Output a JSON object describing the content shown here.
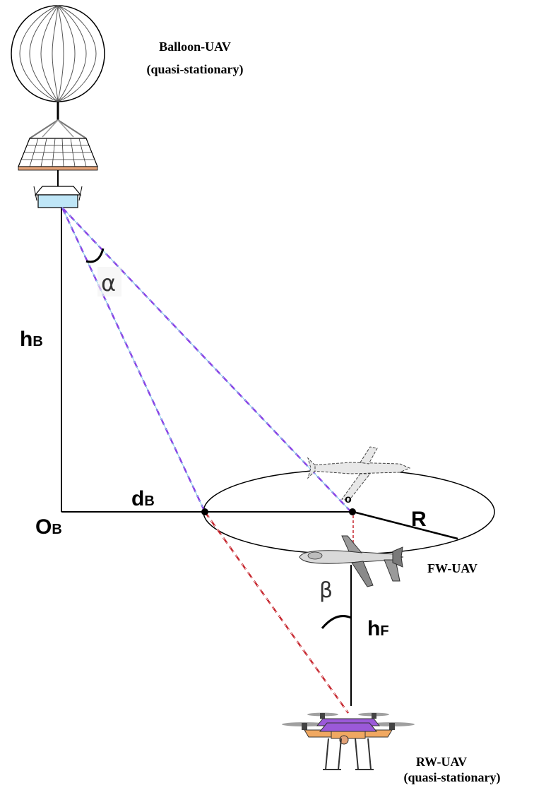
{
  "balloon": {
    "label_line1": "Balloon-UAV",
    "label_line2": "(quasi-stationary)"
  },
  "fixed_wing": {
    "label": "FW-UAV"
  },
  "rotary_wing": {
    "label_line1": "RW-UAV",
    "label_line2": "(quasi-stationary)"
  },
  "symbols": {
    "hB_main": "h",
    "hB_sub": "B",
    "dB_main": "d",
    "dB_sub": "B",
    "OB_main": "O",
    "OB_sub": "B",
    "hF_main": "h",
    "hF_sub": "F",
    "R": "R",
    "o": "o",
    "alpha": "α",
    "beta": "β"
  },
  "colors": {
    "line": "#000000",
    "balloon_ray": "#8a3fe6",
    "balloon_ray_inner": "#7fd0e6",
    "ground_ray": "#c6262e",
    "ground_ray_inner": "#ffffff",
    "panel_frame": "#e3a277",
    "payload": "#bfe6f7",
    "drone_body": "#9b59d9",
    "drone_arms": "#f0a861"
  }
}
